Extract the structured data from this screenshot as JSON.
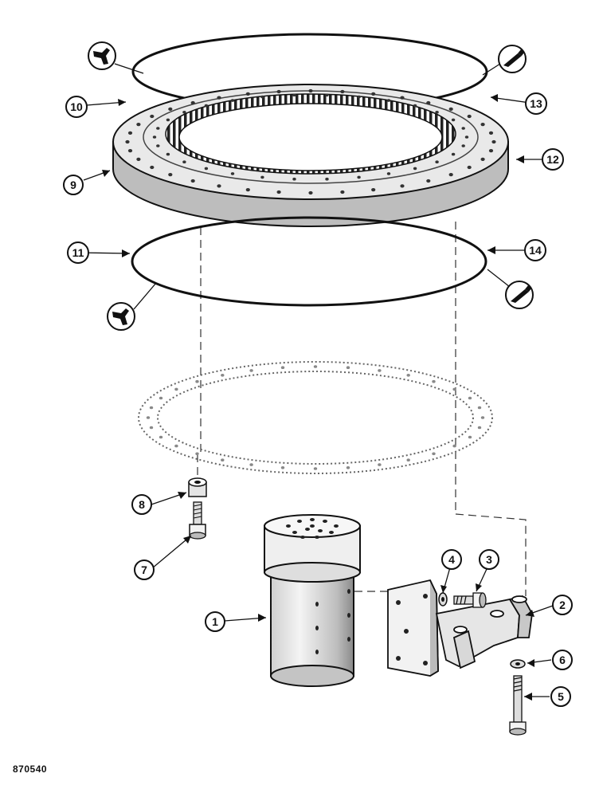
{
  "document_code": "870540",
  "callouts": {
    "c1": "1",
    "c2": "2",
    "c3": "3",
    "c4": "4",
    "c5": "5",
    "c6": "6",
    "c7": "7",
    "c8": "8",
    "c9": "9",
    "c10": "10",
    "c11": "11",
    "c12": "12",
    "c13": "13",
    "c14": "14"
  },
  "symbol_icons": [
    "grease-gun-icon",
    "sealant-tube-icon",
    "grease-gun-icon",
    "sealant-tube-icon"
  ]
}
